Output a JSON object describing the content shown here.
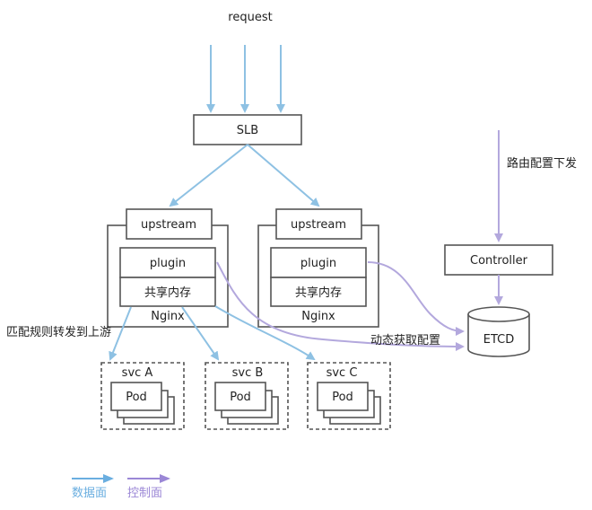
{
  "diagram": {
    "request_label": "request",
    "slb_label": "SLB",
    "nginx_nodes": [
      {
        "upstream_label": "upstream",
        "plugin_label": "plugin",
        "shm_label": "共享内存",
        "nginx_label": "Nginx"
      },
      {
        "upstream_label": "upstream",
        "plugin_label": "plugin",
        "shm_label": "共享内存",
        "nginx_label": "Nginx"
      }
    ],
    "route_dispatch_label": "路由配置下发",
    "controller_label": "Controller",
    "etcd_label": "ETCD",
    "dynamic_config_label": "动态获取配置",
    "forward_upstream_label": "匹配规则转发到上游",
    "services": [
      {
        "name": "svc A",
        "pod_label": "Pod"
      },
      {
        "name": "svc B",
        "pod_label": "Pod"
      },
      {
        "name": "svc C",
        "pod_label": "Pod"
      }
    ],
    "legend": [
      {
        "label": "数据面",
        "color": "#6aaee0"
      },
      {
        "label": "控制面",
        "color": "#9b87d6"
      }
    ]
  }
}
